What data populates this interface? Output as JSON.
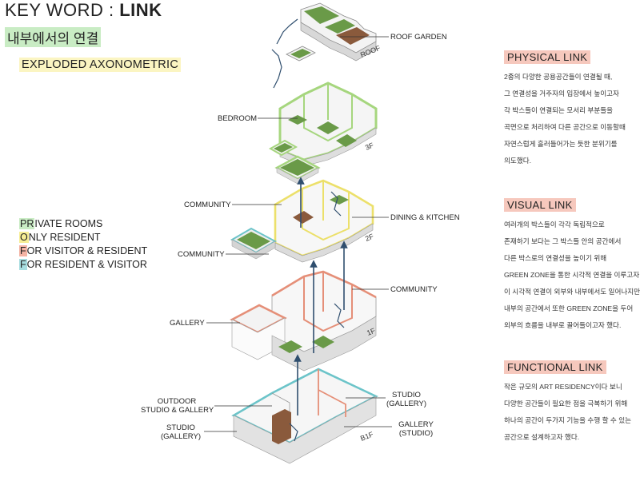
{
  "header": {
    "keyword_prefix": "KEY WORD : ",
    "keyword": "LINK",
    "subtitle": "내부에서의 연결",
    "view_label": "EXPLODED AXONOMETRIC"
  },
  "legend": [
    {
      "key": "PR",
      "rest": "IVATE ROOMS",
      "color": "#c9ecc4"
    },
    {
      "key": "O",
      "rest": "NLY RESIDENT",
      "color": "#f7ee96"
    },
    {
      "key": "F",
      "rest": "OR VISITOR & RESIDENT",
      "color": "#f4b3a4"
    },
    {
      "key": "F",
      "rest": "OR RESIDENT & VISITOR",
      "color": "#a7dde0"
    }
  ],
  "sections": [
    {
      "heading": "PHYSICAL LINK",
      "lines": [
        "2종의 다양한 공용공간들이 연결될 때,",
        "그 연결성을 거주자의 입장에서 높이고자",
        "각 박스들이 연결되는 모서리 부분들을",
        "곡면으로 처리하여 다른 공간으로 이동할때",
        "자연스럽게 흘러들어가는 듯한 분위기를",
        "의도했다."
      ]
    },
    {
      "heading": "VISUAL LINK",
      "lines": [
        "여러개의 박스들이 각각 독립적으로",
        "존재하기 보다는 그 박스들 안의 공간에서",
        "다른 박스로의 연결성을 높이기 위해",
        "GREEN ZONE을 통한 시각적 연결을 이루고자 했다.",
        "이 시각적 연결이 외부와 내부에서도 일어나지만",
        "내부의 공간에서 또한 GREEN ZONE을 두어",
        "외부의 흐름을 내부로 끌어들이고자 했다."
      ]
    },
    {
      "heading": "FUNCTIONAL LINK",
      "lines": [
        "작은 규모의 ART RESIDENCY이다 보니",
        "다양한 공간들이 필요한 점을 극복하기 위해",
        "하나의 공간이 두가지 기능을 수행 할 수 있는",
        "공간으로 설계하고자 했다."
      ]
    }
  ],
  "floors": {
    "roof": "ROOF",
    "f3": "3F",
    "f2": "2F",
    "f1": "1F",
    "b1": "B1F"
  },
  "labels": {
    "roof_garden": "ROOF GARDEN",
    "bedroom": "BEDROOM",
    "community_2f_upper": "COMMUNITY",
    "community_2f_lower": "COMMUNITY",
    "dining_kitchen": "DINING & KITCHEN",
    "community_1f": "COMMUNITY",
    "gallery_1f": "GALLERY",
    "outdoor_line1": "OUTDOOR",
    "outdoor_line2": "STUDIO & GALLERY",
    "studio_gallery_line1": "STUDIO",
    "studio_gallery_line2": "(GALLERY)",
    "studio_right_line1": "STUDIO",
    "studio_right_line2": "(GALLERY)",
    "gallery_studio_line1": "GALLERY",
    "gallery_studio_line2": "(STUDIO)"
  },
  "colors": {
    "private": "#a6d67e",
    "resident": "#ece06a",
    "visitor": "#e58f78",
    "shared": "#6cc4c9",
    "green_zone": "#6a9a48",
    "wood": "#8a5a3c",
    "arrow": "#2f4e6e"
  }
}
